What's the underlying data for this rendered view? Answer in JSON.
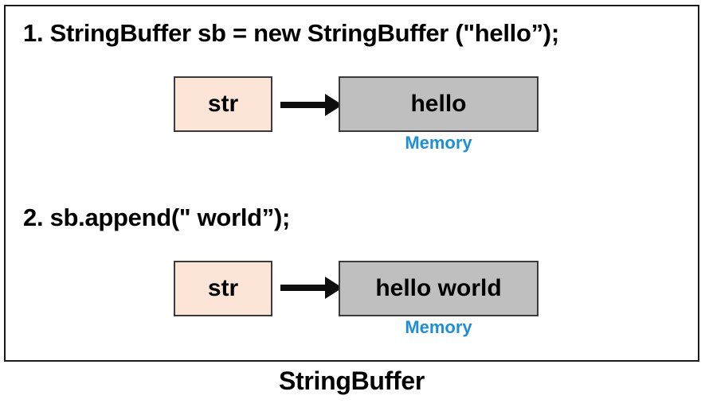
{
  "diagram": {
    "title": "StringBuffer",
    "colors": {
      "variable_box_fill": "#FCE4D6",
      "memory_box_fill": "#BFBFBF",
      "box_border": "#3A3A3A",
      "memory_label_color": "#1E8FD6",
      "frame_border": "#1A1A1A",
      "text_color": "#000000"
    },
    "steps": [
      {
        "code": "1. StringBuffer sb = new StringBuffer (\"hello”);",
        "variable_label": "str",
        "memory_value": "hello",
        "memory_caption": "Memory"
      },
      {
        "code": "2. sb.append(\" world”);",
        "variable_label": "str",
        "memory_value": "hello world",
        "memory_caption": "Memory"
      }
    ]
  }
}
